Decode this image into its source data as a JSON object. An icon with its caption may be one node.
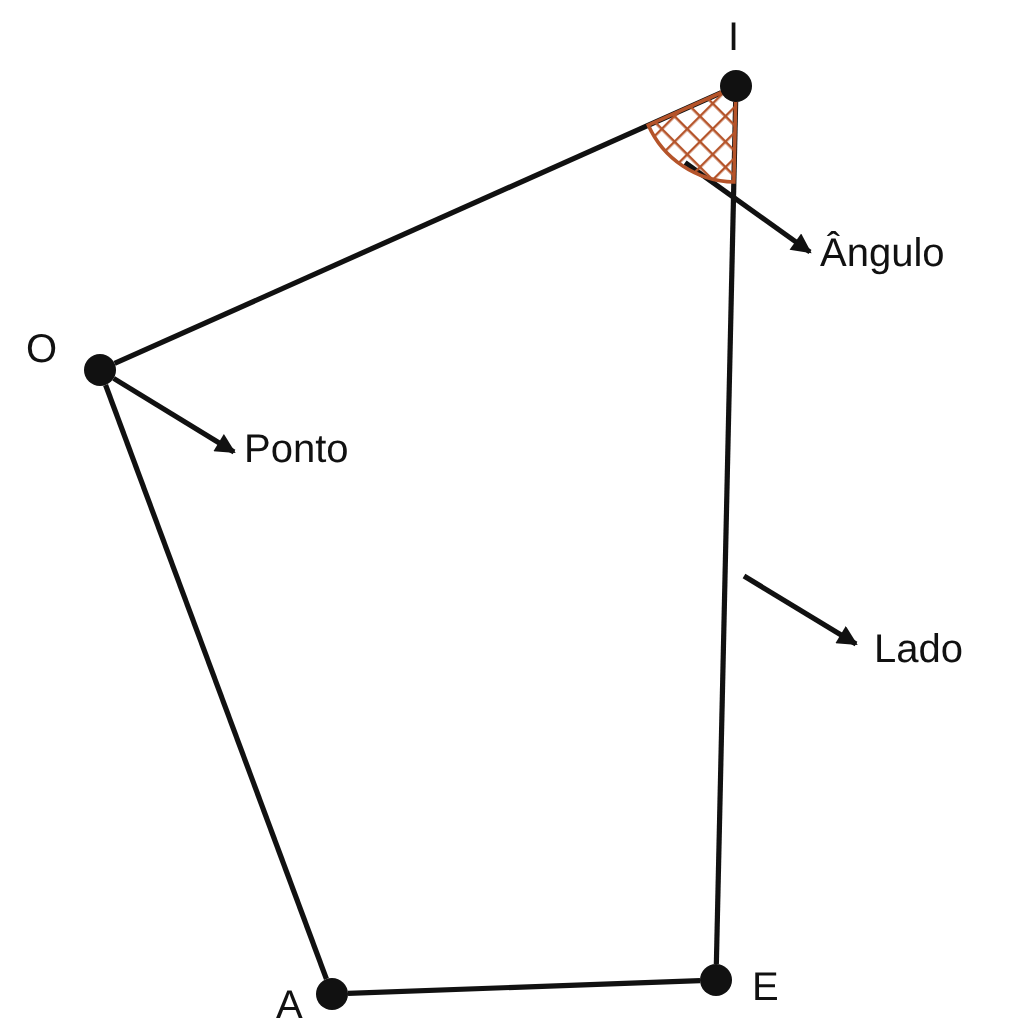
{
  "diagram": {
    "nodes": [
      {
        "text": [
          "I"
        ]
      },
      {
        "text": [],
        "shape": "sector"
      },
      {
        "text": [
          "Ângulo"
        ]
      },
      {
        "text": [
          "O"
        ]
      },
      {
        "text": [
          "Ponto"
        ]
      },
      {
        "text": [
          "Lado"
        ]
      },
      {
        "text": [
          "A"
        ]
      },
      {
        "text": [
          "E"
        ]
      }
    ],
    "edges": [
      {
        "from": 0,
        "to": 7,
        "arrow": "none"
      },
      {
        "from": 7,
        "to": 6,
        "arrow": "none"
      },
      {
        "from": 6,
        "to": 3,
        "arrow": "none"
      },
      {
        "from": 3,
        "to": 0,
        "arrow": "none"
      },
      {
        "from": 1,
        "to": 2,
        "arrow": "to"
      },
      {
        "from": 3,
        "to": 4,
        "arrow": "to"
      },
      {
        "from": null,
        "to": 5,
        "arrow": "to"
      }
    ]
  }
}
